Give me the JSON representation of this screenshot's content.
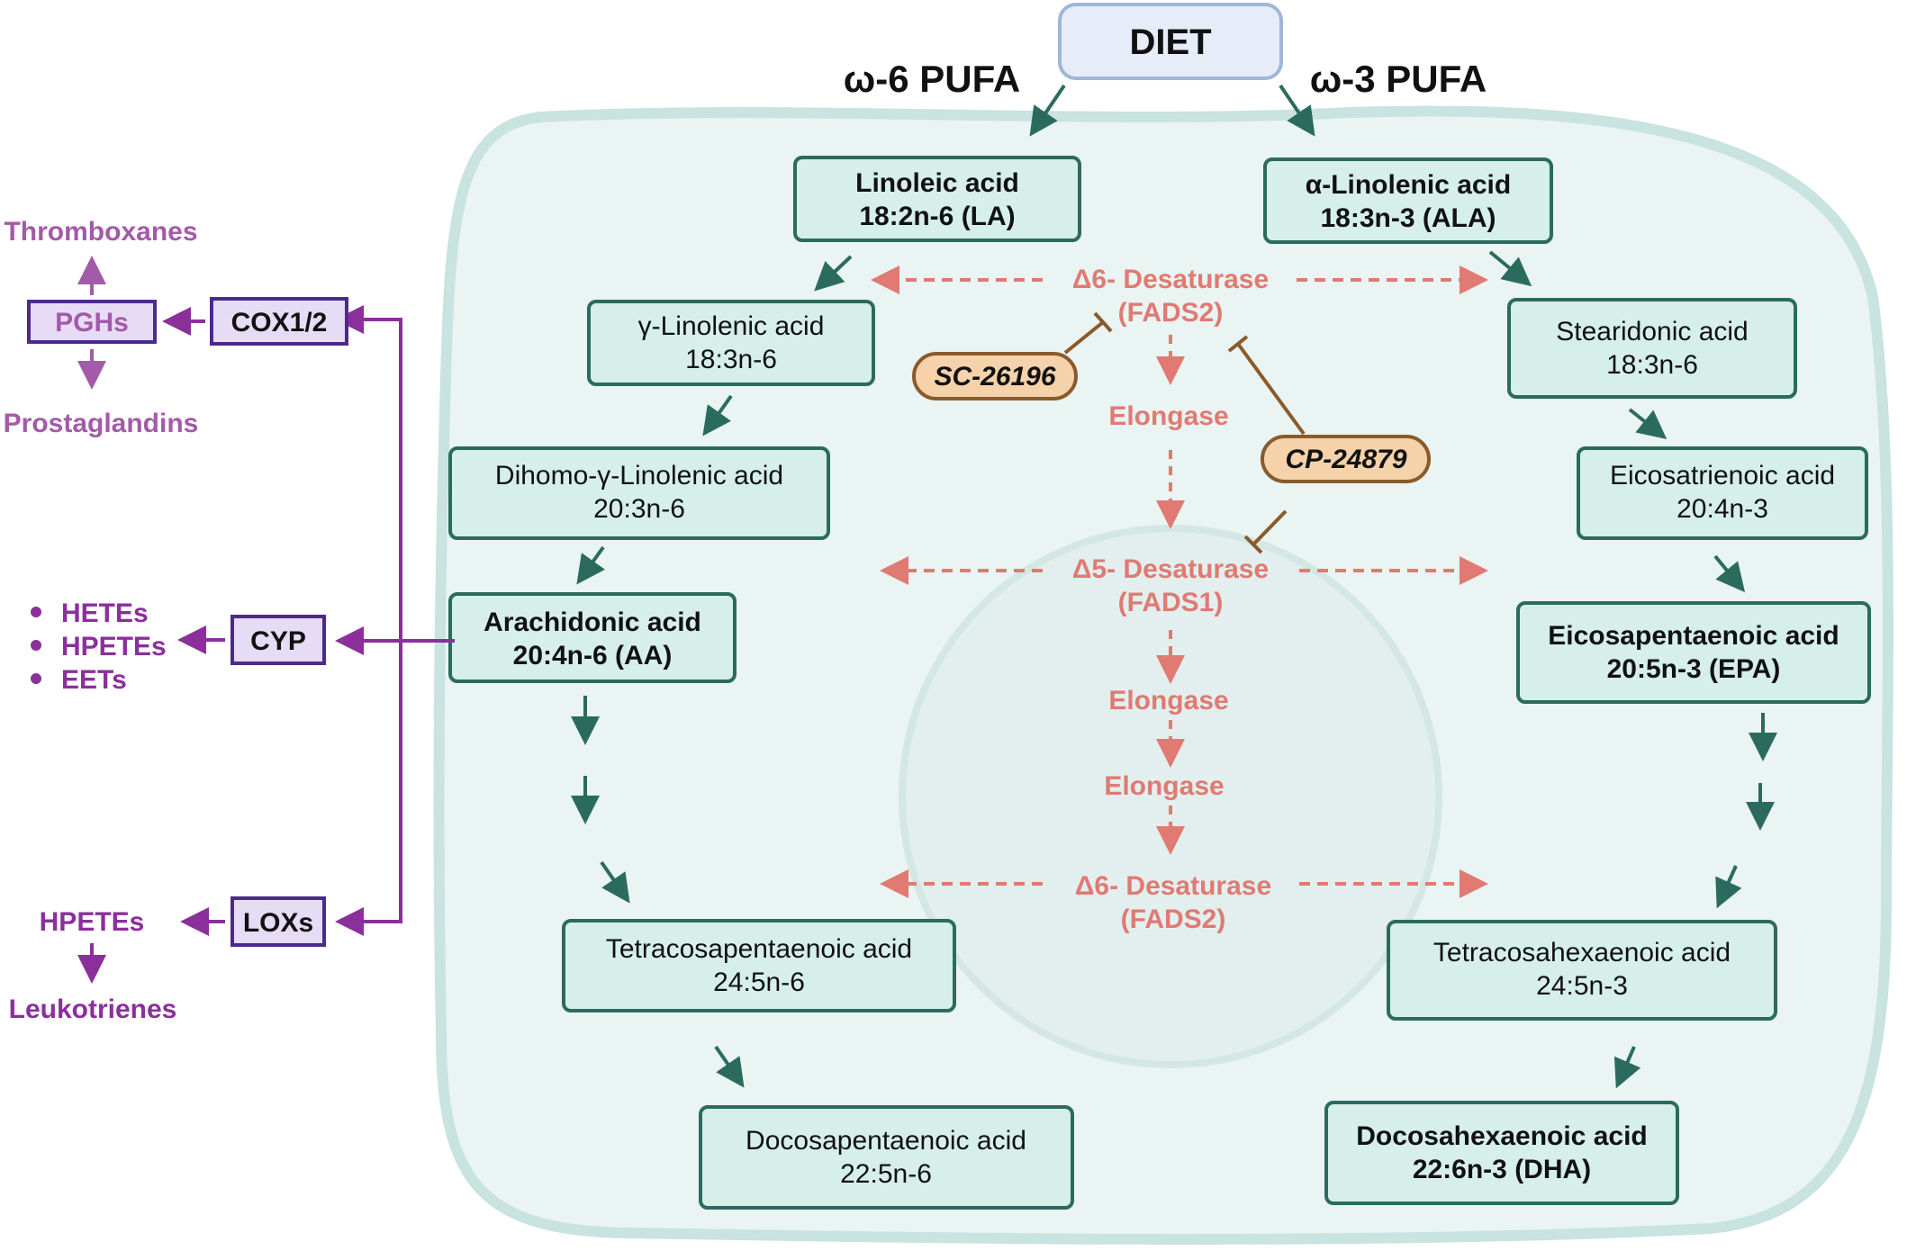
{
  "diet": "DIET",
  "omega6_title": "ω-6 PUFA",
  "omega3_title": "ω-3 PUFA",
  "omega6_chain": [
    {
      "line1": "Linoleic  acid",
      "line2": "18:2n-6 (LA)",
      "bold": true
    },
    {
      "line1": "γ-Linolenic  acid",
      "line2": "18:3n-6",
      "bold": false
    },
    {
      "line1": "Dihomo-γ-Linolenic  acid",
      "line2": "20:3n-6",
      "bold": false
    },
    {
      "line1": "Arachidonic acid",
      "line2": "20:4n-6 (AA)",
      "bold": true
    },
    {
      "line1": "Tetracosapentaenoic acid",
      "line2": "24:5n-6",
      "bold": false
    },
    {
      "line1": "Docosapentaenoic acid",
      "line2": "22:5n-6",
      "bold": false
    }
  ],
  "omega3_chain": [
    {
      "line1": "α-Linolenic  acid",
      "line2": "18:3n-3 (ALA)",
      "bold": true
    },
    {
      "line1": "Stearidonic acid",
      "line2": "18:3n-6",
      "bold": false
    },
    {
      "line1": "Eicosatrienoic acid",
      "line2": "20:4n-3",
      "bold": false
    },
    {
      "line1": "Eicosapentaenoic acid",
      "line2": "20:5n-3 (EPA)",
      "bold": true
    },
    {
      "line1": "Tetracosahexaenoic acid",
      "line2": "24:5n-3",
      "bold": false
    },
    {
      "line1": "Docosahexaenoic acid",
      "line2": "22:6n-3 (DHA)",
      "bold": true
    }
  ],
  "enzymes": [
    {
      "line1": "Δ6- Desaturase",
      "line2": "(FADS2)"
    },
    {
      "line1": "Elongase",
      "line2": ""
    },
    {
      "line1": "Δ5- Desaturase",
      "line2": "(FADS1)"
    },
    {
      "line1": "Elongase",
      "line2": ""
    },
    {
      "line1": "Elongase",
      "line2": ""
    },
    {
      "line1": "Δ6- Desaturase",
      "line2": "(FADS2)"
    }
  ],
  "inhibitors": [
    "SC-26196",
    "CP-24879"
  ],
  "pathway_enzymes": [
    "COX1/2",
    "CYP",
    "LOXs"
  ],
  "pgh": "PGHs",
  "cox_products": [
    "Thromboxanes",
    "Prostaglandins"
  ],
  "cyp_products": [
    "HETEs",
    "HPETEs",
    "EETs"
  ],
  "lox_products": [
    "HPETEs",
    "Leukotrienes"
  ],
  "colors": {
    "cell_fill": "#e9f4f3",
    "cell_stroke": "#c8e3e0",
    "box_fill": "#d6efeb",
    "box_stroke": "#2b6b5e",
    "arrow_green": "#2b6b5e",
    "enzyme_red": "#e07a72",
    "inhibitor_fill": "#f5d2aa",
    "inhibitor_stroke": "#8a5a2b",
    "purple": "#8b2f9b",
    "purple_light": "#a35aa8",
    "pathway_fill": "#e7dcf5",
    "pathway_stroke": "#4c2a8a",
    "diet_fill": "#e6edf8",
    "diet_stroke": "#9fb6d9"
  }
}
